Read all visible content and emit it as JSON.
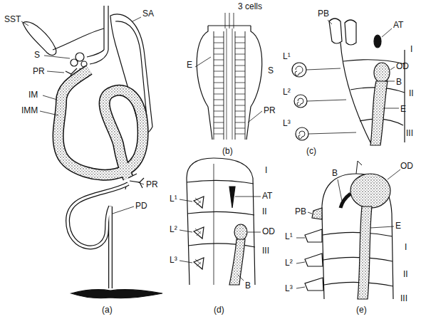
{
  "diagram": {
    "labels": [
      "SST",
      "SA",
      "S",
      "PR",
      "IM",
      "IMM",
      "PR",
      "PD",
      "(a)",
      "3 cells",
      "E",
      "S",
      "PR",
      "(b)",
      "PB",
      "AT",
      "I",
      "L¹",
      "OD",
      "B",
      "II",
      "L²",
      "E",
      "L³",
      "III",
      "(c)",
      "I",
      "AT",
      "L¹",
      "II",
      "OD",
      "L²",
      "III",
      "L³",
      "B",
      "(d)",
      "PB",
      "B",
      "OD",
      "E",
      "L¹",
      "I",
      "L²",
      "II",
      "L³",
      "III",
      "(e)"
    ]
  }
}
